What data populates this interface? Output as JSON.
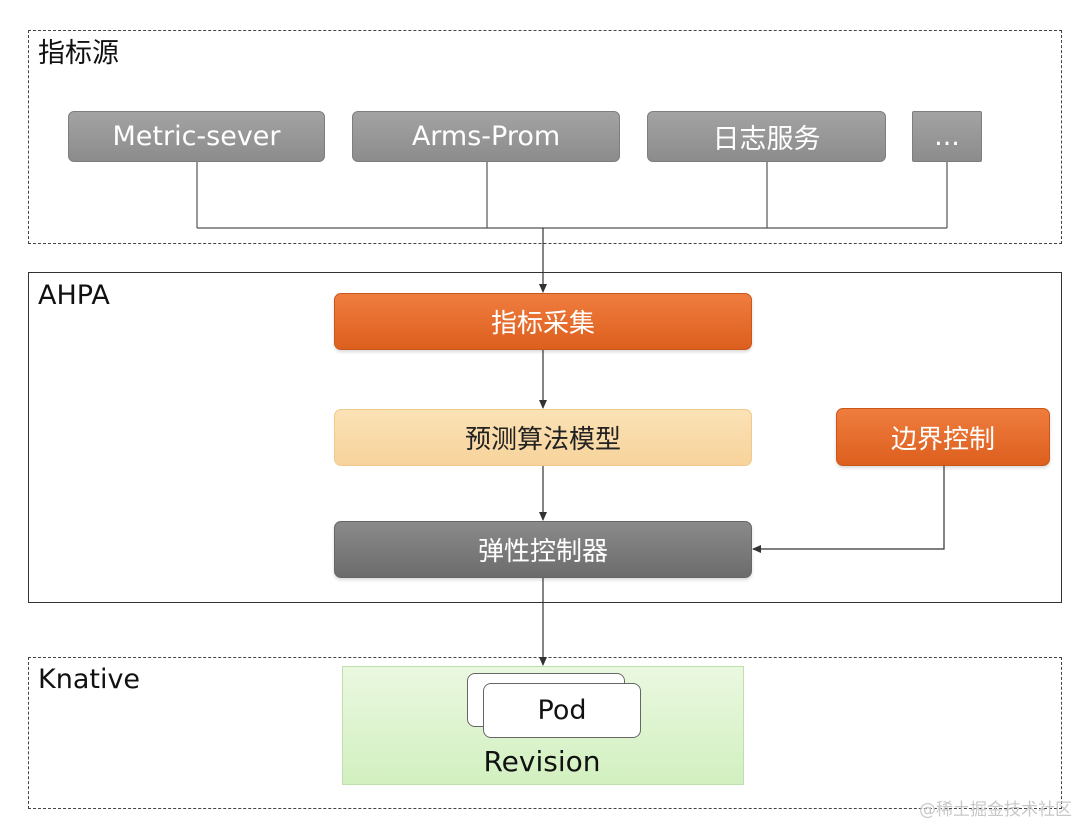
{
  "sections": {
    "metrics_source": {
      "title": "指标源"
    },
    "ahpa": {
      "title": "AHPA"
    },
    "knative": {
      "title": "Knative"
    }
  },
  "metric_sources": [
    {
      "label": "Metric-sever"
    },
    {
      "label": "Arms-Prom"
    },
    {
      "label": "日志服务"
    },
    {
      "label": "..."
    }
  ],
  "ahpa_flow": {
    "metric_collection": "指标采集",
    "prediction_model": "预测算法模型",
    "boundary_control": "边界控制",
    "elastic_controller": "弹性控制器"
  },
  "knative": {
    "pod_label": "Pod",
    "revision_label": "Revision"
  },
  "watermark": "@稀土掘金技术社区",
  "colors": {
    "orange": "#e46a28",
    "cream": "#f9dba8",
    "dark_gray": "#7a7a7a",
    "source_gray": "#999999",
    "revision_green": "#dcf4cc"
  }
}
